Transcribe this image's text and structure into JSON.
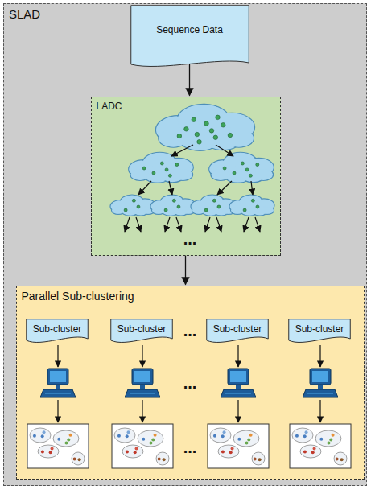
{
  "diagram": {
    "nodes": [
      {
        "text": [
          "SLAD"
        ]
      },
      {
        "text": [
          "Sequence Data"
        ],
        "in": 0
      },
      {
        "text": [
          "LADC"
        ],
        "in": 0
      },
      {
        "text": [
          "Parallel Sub-clustering"
        ],
        "in": 0
      },
      {
        "text": [
          "Sub-cluster"
        ],
        "in": 3
      },
      {
        "text": [
          "Sub-cluster"
        ],
        "in": 3
      },
      {
        "text": [
          "Sub-cluster"
        ],
        "in": 3
      },
      {
        "text": [
          "Sub-cluster"
        ],
        "in": 3
      }
    ],
    "edges": [
      {
        "from": 1,
        "to": 2,
        "arrow": "to"
      },
      {
        "from": 2,
        "to": 3,
        "arrow": "to"
      }
    ],
    "labels": [
      "...",
      "...",
      "...",
      "..."
    ]
  }
}
